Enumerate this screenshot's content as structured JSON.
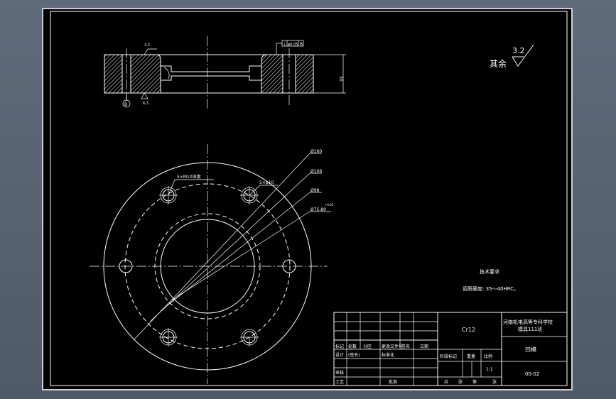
{
  "drawing": {
    "section_view": {
      "left_mark": "3.2",
      "bottom_mark": "6.3",
      "datum": "B",
      "tolerance_frame": [
        "⊥",
        "φ0.05",
        "B"
      ],
      "height_dim": "30"
    },
    "roughness_note": {
      "label": "其余",
      "value": "3.2"
    },
    "plan_view": {
      "holes_callout": "5×M10深度",
      "holes_callout2": "5×φ10",
      "dim_160": "Ø160",
      "dim_106": "Ø106",
      "dim_98": "Ø98",
      "dim_75": "Ø75.80",
      "dim_75_tol": "+0.05"
    },
    "tech_requirements": {
      "title": "技术要求",
      "line1": "调质硬度: 35～40HRC。"
    }
  },
  "title_block": {
    "material": "Cr12",
    "school_line1": "河南机电高等专科学校",
    "school_line2": "模具111班",
    "part_name": "凹模",
    "drawing_no": "00-02",
    "scale": "1:1",
    "labels": {
      "mark": "标记",
      "count": "处数",
      "zone": "分区",
      "doc_no": "更改文件号",
      "sign": "签名",
      "date": "日期",
      "design": "设计",
      "std": "标准化",
      "sign_date": "(签名)",
      "stage_mark": "阶段标记",
      "weight": "重量",
      "ratio": "比例",
      "review": "审核",
      "process": "工艺",
      "approve": "批准",
      "total": "共",
      "sheets": "张",
      "page": "第",
      "sheet": "张"
    }
  }
}
